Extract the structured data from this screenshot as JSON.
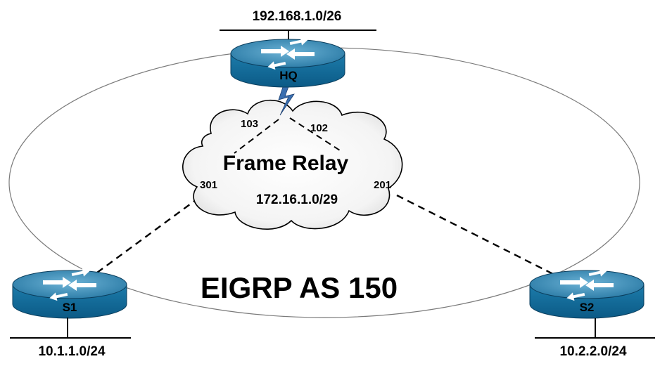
{
  "diagram": {
    "hq": {
      "name": "HQ",
      "network": "192.168.1.0/26"
    },
    "s1": {
      "name": "S1",
      "network": "10.1.1.0/24"
    },
    "s2": {
      "name": "S2",
      "network": "10.2.2.0/24"
    },
    "cloud": {
      "title": "Frame Relay",
      "subnet": "172.16.1.0/29",
      "dlci_hq_to_s1": "103",
      "dlci_hq_to_s2": "102",
      "dlci_s1": "301",
      "dlci_s2": "201"
    },
    "routing_domain": "EIGRP AS 150",
    "colors": {
      "router_top": "#2b7fa8",
      "router_side": "#0f5e88",
      "arrow": "#ffffff",
      "link": "#000000",
      "serial_link": "#3a6fb0"
    }
  }
}
